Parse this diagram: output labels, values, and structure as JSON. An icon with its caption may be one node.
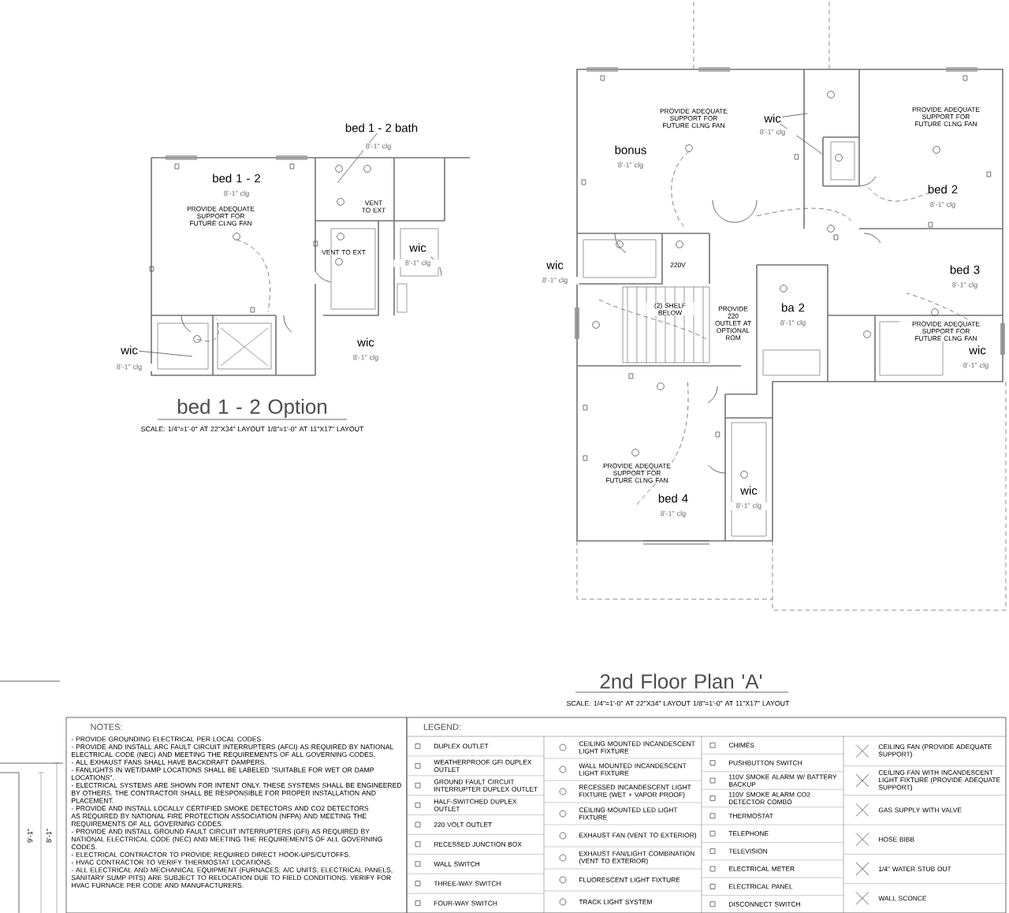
{
  "diagram": {
    "nodes": [
      {
        "text": [
          "bed 1 - 2 bath"
        ]
      },
      {
        "text": [
          "wic"
        ]
      },
      {
        "text": [
          "wic"
        ]
      }
    ],
    "edges": [
      {
        "from": 0,
        "to": null,
        "arrow": "none"
      },
      {
        "from": 1,
        "to": null,
        "arrow": "none"
      },
      {
        "from": 2,
        "to": null,
        "arrow": "none"
      },
      {
        "from": 2,
        "to": null,
        "arrow": "none"
      }
    ],
    "labels": [
      "PROVIDE ADEQUATE SUPPORT FOR FUTURE CLNG FAN",
      "8'-1\" clg",
      "PROVIDE ADEQUATE SUPPORT FOR FUTURE CLNG FAN",
      "bonus",
      "8'-1\" clg",
      "8'-1\" clg",
      "bed 1 - 2",
      "8'-1\" clg",
      "bed 2",
      "8'-1\" clg",
      "PROVIDE ADEQUATE SUPPORT FOR FUTURE CLNG FAN",
      "VENT TO EXT",
      "wic",
      "8'-1\" clg",
      "VENT TO EXT",
      "wic",
      "8'-1\" clg",
      "220V",
      "bed 3",
      "8'-1\" clg",
      "(2) SHELF BELOW",
      "PROVIDE 220 OUTLET AT OPTIONAL ROM",
      "ba 2",
      "8'-1\" clg",
      "PROVIDE ADEQUATE SUPPORT FOR FUTURE CLNG FAN",
      "wic",
      "8'-1\" clg",
      "wic",
      "8'-1\" clg",
      "8'-1\" clg",
      "bed 1 - 2 Option",
      "SCALE: 1/4\"=1'-0\" AT 22\"X34\" LAYOUT 1/8\"=1'-0\" AT 11\"X17\" LAYOUT",
      "PROVIDE ADEQUATE SUPPORT FOR FUTURE CLNG FAN",
      "bed 4",
      "8'-1\" clg",
      "wic",
      "8'-1\" clg",
      "2nd Floor Plan 'A'",
      "SCALE: 1/4\"=1'-0\" AT 22\"X34\" LAYOUT 1/8\"=1'-0\" AT 11\"X17\" LAYOUT",
      "9'-1\"",
      "8'-1\"",
      "NOTES:",
      "- PROVIDE GROUNDING ELECTRICAL PER LOCAL CODES.",
      "- PROVIDE AND INSTALL ARC FAULT CIRCUIT INTERRUPTERS (AFCI) AS REQUIRED BY NATIONAL ELECTRICAL CODE (NEC) AND MEETING THE REQUIREMENTS OF ALL GOVERNING CODES.",
      "- ALL EXHAUST FANS SHALL HAVE BACKDRAFT DAMPERS.",
      "- FANLIGHTS IN WET/DAMP LOCATIONS SHALL BE LABELED \"SUITABLE FOR WET OR DAMP LOCATIONS\".",
      "- ELECTRICAL SYSTEMS ARE SHOWN FOR INTENT ONLY. THESE SYSTEMS SHALL BE ENGINEERED BY OTHERS. THE CONTRACTOR SHALL BE RESPONSIBLE FOR PROPER INSTALLATION AND PLACEMENT.",
      "- PROVIDE AND INSTALL LOCALLY CERTIFIED SMOKE DETECTORS AND CO2 DETECTORS AS REQUIRED BY NATIONAL FIRE PROTECTION ASSOCIATION (NFPA) AND MEETING THE REQUIREMENTS OF ALL GOVERNING CODES.",
      "- PROVIDE AND INSTALL GROUND FAULT CIRCUIT INTERRUPTERS (GFI) AS REQUIRED BY NATIONAL ELECTRICAL CODE (NEC) AND MEETING THE REQUIREMENTS OF ALL GOVERNING CODES.",
      "- ELECTRICAL CONTRACTOR TO PROVIDE REQUIRED DIRECT HOOK-UPS/CUTOFFS.",
      "- HVAC CONTRACTOR TO VERIFY THERMOSTAT LOCATIONS.",
      "- ALL ELECTRICAL AND MECHANICAL EQUIPMENT (FURNACES, A/C UNITS, ELECTRICAL PANELS, SANITARY SUMP PITS) ARE SUBJECT TO RELOCATION DUE TO FIELD CONDITIONS. VERIFY FOR HVAC FURNACE PER CODE AND MANUFACTURERS.",
      "LEGEND:"
    ],
    "legend": [
      {
        "text": "DUPLEX OUTLET"
      },
      {
        "text": "WEATHERPROOF GFI DUPLEX OUTLET"
      },
      {
        "text": "GROUND FAULT CIRCUIT INTERRUPTER DUPLEX OUTLET"
      },
      {
        "text": "HALF-SWITCHED DUPLEX OUTLET"
      },
      {
        "text": "220 VOLT OUTLET"
      },
      {
        "text": "RECESSED JUNCTION BOX"
      },
      {
        "text": "WALL SWITCH"
      },
      {
        "text": "THREE-WAY SWITCH"
      },
      {
        "text": "FOUR-WAY SWITCH"
      },
      {
        "text": "CEILING MOUNTED INCANDESCENT LIGHT FIXTURE"
      },
      {
        "text": "WALL MOUNTED INCANDESCENT LIGHT FIXTURE"
      },
      {
        "text": "RECESSED INCANDESCENT LIGHT FIXTURE (WET + VAPOR PROOF)"
      },
      {
        "text": "CEILING MOUNTED LED LIGHT FIXTURE"
      },
      {
        "text": "EXHAUST FAN (VENT TO EXTERIOR)"
      },
      {
        "text": "EXHAUST FAN/LIGHT COMBINATION (VENT TO EXTERIOR)"
      },
      {
        "text": "FLUORESCENT LIGHT FIXTURE"
      },
      {
        "text": "TRACK LIGHT SYSTEM"
      },
      {
        "text": "CHIMES"
      },
      {
        "text": "PUSHBUTTON SWITCH"
      },
      {
        "text": "110V SMOKE ALARM W/ BATTERY BACKUP"
      },
      {
        "text": "110V SMOKE ALARM CO2 DETECTOR COMBO"
      },
      {
        "text": "THERMOSTAT"
      },
      {
        "text": "TELEPHONE"
      },
      {
        "text": "TELEVISION"
      },
      {
        "text": "ELECTRICAL METER"
      },
      {
        "text": "ELECTRICAL PANEL"
      },
      {
        "text": "DISCONNECT SWITCH"
      },
      {
        "text": "CEILING FAN (PROVIDE ADEQUATE SUPPORT)"
      },
      {
        "text": "CEILING FAN WITH INCANDESCENT LIGHT FIXTURE (PROVIDE ADEQUATE SUPPORT)"
      },
      {
        "text": "GAS SUPPLY WITH VALVE"
      },
      {
        "text": "HOSE BIBB"
      },
      {
        "text": "1/4\" WATER STUB OUT"
      },
      {
        "text": "WALL SCONCE"
      }
    ]
  }
}
